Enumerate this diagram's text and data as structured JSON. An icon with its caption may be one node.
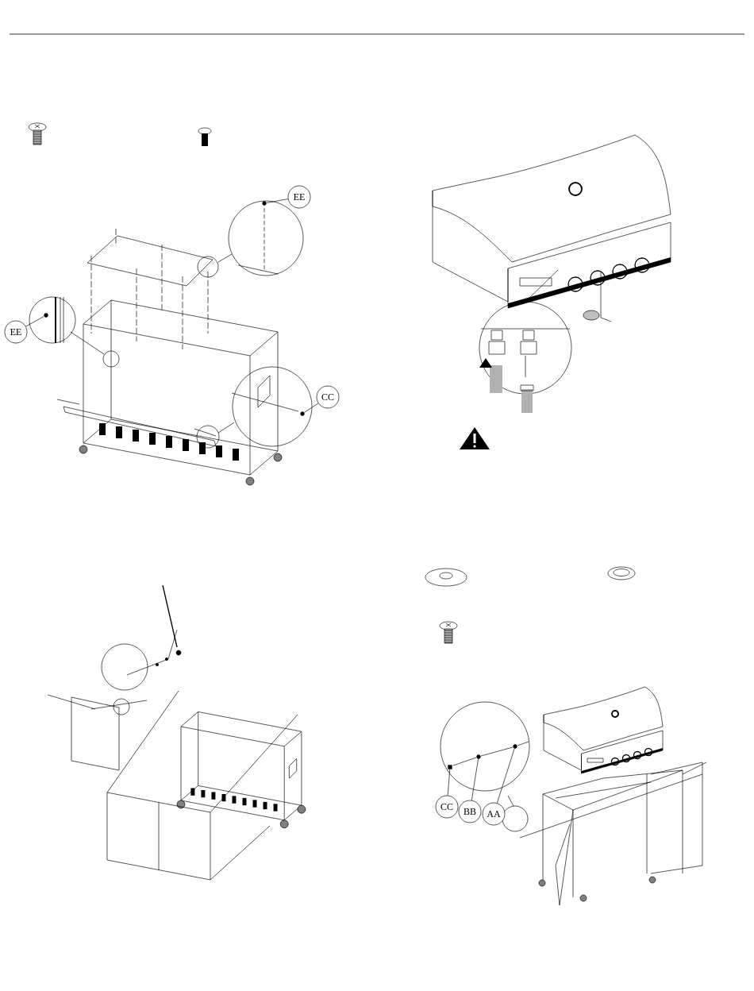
{
  "diagram": {
    "nodes": [
      {
        "text": [
          "EE"
        ]
      },
      {
        "text": [
          "EE"
        ]
      },
      {
        "text": [
          "CC"
        ]
      },
      {
        "text": [
          "CC"
        ]
      },
      {
        "text": [
          "BB"
        ]
      },
      {
        "text": [
          "AA"
        ]
      },
      {
        "text": [],
        "shape": "circle"
      },
      {
        "text": [],
        "shape": "circle"
      },
      {
        "text": [],
        "shape": "circle"
      },
      {
        "text": [],
        "shape": "box"
      },
      {
        "text": [],
        "shape": "circle"
      },
      {
        "text": [],
        "shape": "circle"
      }
    ],
    "edges": [
      {
        "from": 0,
        "to": 6,
        "arrow": "none"
      },
      {
        "from": 1,
        "to": 7,
        "arrow": "none"
      },
      {
        "from": 2,
        "to": 8,
        "arrow": "none"
      },
      {
        "from": 3,
        "to": 9,
        "arrow": "none"
      },
      {
        "from": 4,
        "to": 10,
        "arrow": "none"
      },
      {
        "from": 5,
        "to": 11,
        "arrow": "none"
      }
    ]
  }
}
